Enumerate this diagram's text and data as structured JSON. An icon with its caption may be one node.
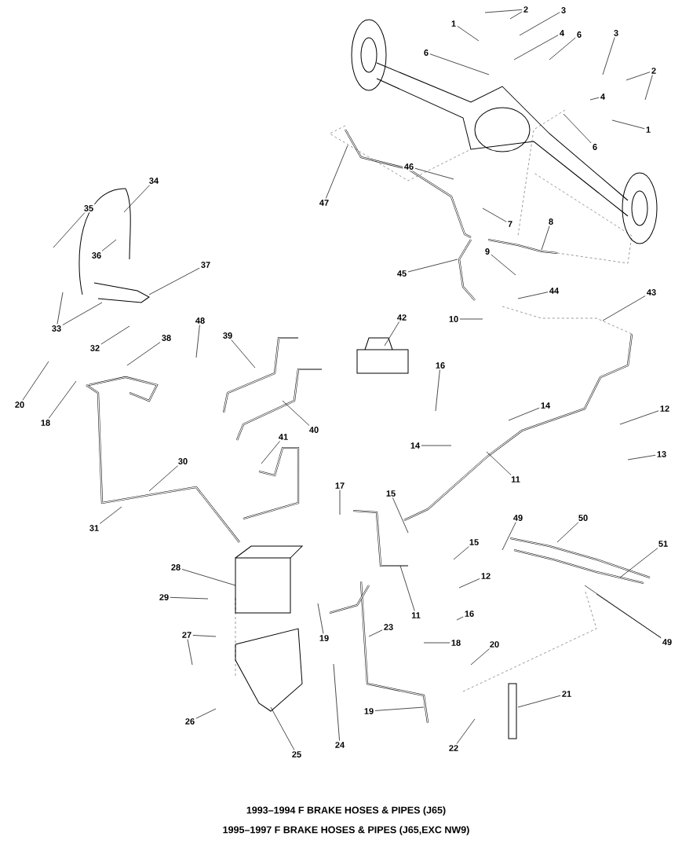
{
  "diagram": {
    "title": "1993–1994 F BRAKE HOSES & PIPES (J65)",
    "caption": "1995–1997 F BRAKE HOSES & PIPES (J65,EXC NW9)",
    "nodes": [
      {
        "text": [
          "1"
        ]
      },
      {
        "text": [
          "2"
        ]
      },
      {
        "text": [
          "3"
        ]
      },
      {
        "text": [
          "4"
        ]
      },
      {
        "text": [
          "6"
        ]
      },
      {
        "text": [
          "6"
        ]
      },
      {
        "text": [
          "3"
        ]
      },
      {
        "text": [
          "2"
        ]
      },
      {
        "text": [
          "4"
        ]
      },
      {
        "text": [
          "1"
        ]
      },
      {
        "text": [
          "6"
        ]
      },
      {
        "text": [
          "47"
        ]
      },
      {
        "text": [
          "46"
        ]
      },
      {
        "text": [
          "7"
        ]
      },
      {
        "text": [
          "8"
        ]
      },
      {
        "text": [
          "9"
        ]
      },
      {
        "text": [
          "45"
        ]
      },
      {
        "text": [
          "44"
        ]
      },
      {
        "text": [
          "10"
        ]
      },
      {
        "text": [
          "43"
        ]
      },
      {
        "text": [
          "42"
        ]
      },
      {
        "text": [
          "34"
        ]
      },
      {
        "text": [
          "35"
        ]
      },
      {
        "text": [
          "36"
        ]
      },
      {
        "text": [
          "37"
        ]
      },
      {
        "text": [
          "33"
        ]
      },
      {
        "text": [
          "32"
        ]
      },
      {
        "text": [
          "38"
        ]
      },
      {
        "text": [
          "48"
        ]
      },
      {
        "text": [
          "39"
        ]
      },
      {
        "text": [
          "40"
        ]
      },
      {
        "text": [
          "20"
        ]
      },
      {
        "text": [
          "18"
        ]
      },
      {
        "text": [
          "30"
        ]
      },
      {
        "text": [
          "41"
        ]
      },
      {
        "text": [
          "14"
        ]
      },
      {
        "text": [
          "16"
        ]
      },
      {
        "text": [
          "14"
        ]
      },
      {
        "text": [
          "12"
        ]
      },
      {
        "text": [
          "13"
        ]
      },
      {
        "text": [
          "11"
        ]
      },
      {
        "text": [
          "31"
        ]
      },
      {
        "text": [
          "17"
        ]
      },
      {
        "text": [
          "15"
        ]
      },
      {
        "text": [
          "15"
        ]
      },
      {
        "text": [
          "49"
        ]
      },
      {
        "text": [
          "50"
        ]
      },
      {
        "text": [
          "51"
        ]
      },
      {
        "text": [
          "11"
        ]
      },
      {
        "text": [
          "12"
        ]
      },
      {
        "text": [
          "28"
        ]
      },
      {
        "text": [
          "29"
        ]
      },
      {
        "text": [
          "16"
        ]
      },
      {
        "text": [
          "19"
        ]
      },
      {
        "text": [
          "23"
        ]
      },
      {
        "text": [
          "18"
        ]
      },
      {
        "text": [
          "20"
        ]
      },
      {
        "text": [
          "27"
        ]
      },
      {
        "text": [
          "49"
        ]
      },
      {
        "text": [
          "21"
        ]
      },
      {
        "text": [
          "19"
        ]
      },
      {
        "text": [
          "22"
        ]
      },
      {
        "text": [
          "24"
        ]
      },
      {
        "text": [
          "26"
        ]
      },
      {
        "text": [
          "25"
        ]
      }
    ],
    "edges": [
      {
        "from": 0,
        "to": null,
        "arrow": "none"
      },
      {
        "from": 1,
        "to": null,
        "arrow": "none"
      },
      {
        "from": 1,
        "to": null,
        "arrow": "none"
      },
      {
        "from": 2,
        "to": null,
        "arrow": "none"
      },
      {
        "from": 3,
        "to": null,
        "arrow": "none"
      },
      {
        "from": 4,
        "to": null,
        "arrow": "none"
      },
      {
        "from": 5,
        "to": null,
        "arrow": "none"
      },
      {
        "from": 6,
        "to": null,
        "arrow": "none"
      },
      {
        "from": 7,
        "to": null,
        "arrow": "none"
      },
      {
        "from": 7,
        "to": null,
        "arrow": "none"
      },
      {
        "from": 8,
        "to": null,
        "arrow": "none"
      },
      {
        "from": 9,
        "to": null,
        "arrow": "none"
      },
      {
        "from": 10,
        "to": null,
        "arrow": "none"
      },
      {
        "from": 11,
        "to": null,
        "arrow": "none"
      },
      {
        "from": 12,
        "to": null,
        "arrow": "none"
      },
      {
        "from": 13,
        "to": null,
        "arrow": "none"
      },
      {
        "from": 14,
        "to": null,
        "arrow": "none"
      },
      {
        "from": 15,
        "to": null,
        "arrow": "none"
      },
      {
        "from": 16,
        "to": null,
        "arrow": "none"
      },
      {
        "from": 17,
        "to": null,
        "arrow": "none"
      },
      {
        "from": 18,
        "to": null,
        "arrow": "none"
      },
      {
        "from": 19,
        "to": null,
        "arrow": "none"
      },
      {
        "from": 20,
        "to": null,
        "arrow": "none"
      },
      {
        "from": 21,
        "to": null,
        "arrow": "none"
      },
      {
        "from": 22,
        "to": null,
        "arrow": "none"
      },
      {
        "from": 23,
        "to": null,
        "arrow": "none"
      },
      {
        "from": 24,
        "to": null,
        "arrow": "none"
      },
      {
        "from": 25,
        "to": null,
        "arrow": "none"
      },
      {
        "from": 25,
        "to": null,
        "arrow": "none"
      },
      {
        "from": 26,
        "to": null,
        "arrow": "none"
      },
      {
        "from": 27,
        "to": null,
        "arrow": "none"
      },
      {
        "from": 28,
        "to": null,
        "arrow": "none"
      },
      {
        "from": 29,
        "to": null,
        "arrow": "none"
      },
      {
        "from": 30,
        "to": null,
        "arrow": "none"
      },
      {
        "from": 31,
        "to": null,
        "arrow": "none"
      },
      {
        "from": 32,
        "to": null,
        "arrow": "none"
      },
      {
        "from": 33,
        "to": null,
        "arrow": "none"
      },
      {
        "from": 34,
        "to": null,
        "arrow": "none"
      },
      {
        "from": 35,
        "to": null,
        "arrow": "none"
      },
      {
        "from": 36,
        "to": null,
        "arrow": "none"
      },
      {
        "from": 37,
        "to": null,
        "arrow": "none"
      },
      {
        "from": 38,
        "to": null,
        "arrow": "none"
      },
      {
        "from": 39,
        "to": null,
        "arrow": "none"
      },
      {
        "from": 40,
        "to": null,
        "arrow": "none"
      },
      {
        "from": 41,
        "to": null,
        "arrow": "none"
      },
      {
        "from": 42,
        "to": null,
        "arrow": "none"
      },
      {
        "from": 43,
        "to": null,
        "arrow": "none"
      },
      {
        "from": 44,
        "to": null,
        "arrow": "none"
      },
      {
        "from": 45,
        "to": null,
        "arrow": "none"
      },
      {
        "from": 46,
        "to": null,
        "arrow": "none"
      },
      {
        "from": 47,
        "to": null,
        "arrow": "none"
      },
      {
        "from": 48,
        "to": null,
        "arrow": "none"
      },
      {
        "from": 49,
        "to": null,
        "arrow": "none"
      },
      {
        "from": 50,
        "to": null,
        "arrow": "none"
      },
      {
        "from": 51,
        "to": null,
        "arrow": "none"
      },
      {
        "from": 52,
        "to": null,
        "arrow": "none"
      },
      {
        "from": 53,
        "to": null,
        "arrow": "none"
      },
      {
        "from": 54,
        "to": null,
        "arrow": "none"
      },
      {
        "from": 55,
        "to": null,
        "arrow": "none"
      },
      {
        "from": 56,
        "to": null,
        "arrow": "none"
      },
      {
        "from": 57,
        "to": null,
        "arrow": "none"
      },
      {
        "from": 57,
        "to": null,
        "arrow": "none"
      },
      {
        "from": 58,
        "to": null,
        "arrow": "none"
      },
      {
        "from": 58,
        "to": null,
        "arrow": "none"
      },
      {
        "from": 59,
        "to": null,
        "arrow": "none"
      },
      {
        "from": 60,
        "to": null,
        "arrow": "none"
      },
      {
        "from": 61,
        "to": null,
        "arrow": "none"
      },
      {
        "from": 62,
        "to": null,
        "arrow": "none"
      },
      {
        "from": 63,
        "to": null,
        "arrow": "none"
      },
      {
        "from": 64,
        "to": null,
        "arrow": "none"
      }
    ]
  }
}
